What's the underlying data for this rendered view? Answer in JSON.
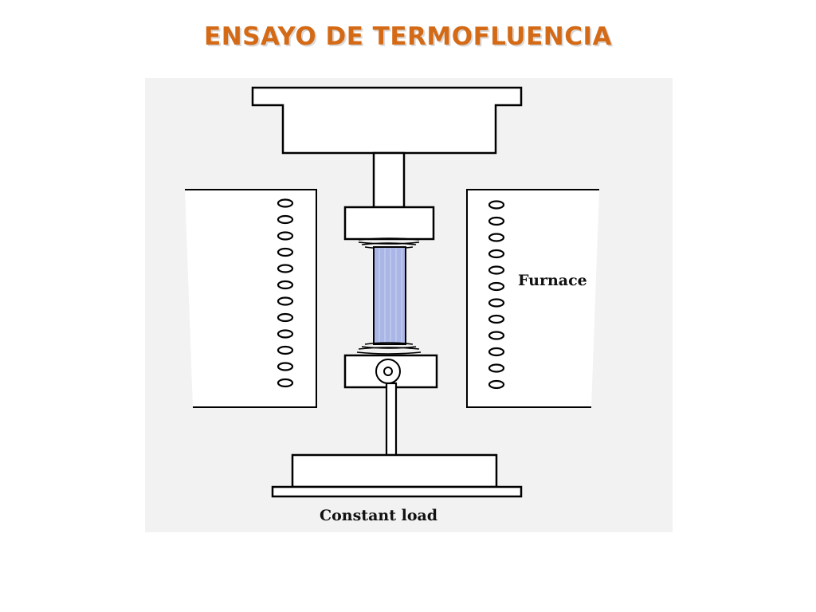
{
  "title": "ENSAYO DE TERMOFLUENCIA",
  "diagram": {
    "furnace_label": "Furnace",
    "load_label": "Constant load",
    "colors": {
      "title": "#d46a16",
      "specimen": "#a9b6e6",
      "panel_background": "#ececec",
      "lines": "#000000"
    }
  }
}
